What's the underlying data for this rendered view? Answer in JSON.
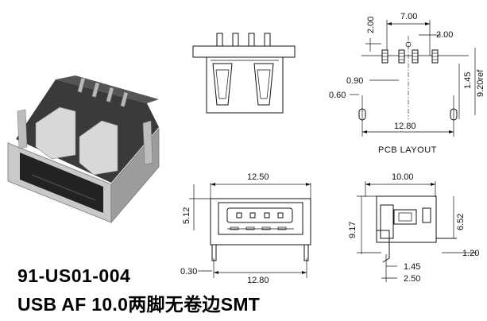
{
  "part_number": "91-US01-004",
  "description": "USB AF 10.0两脚无卷边SMT",
  "pcb_layout": {
    "title": "PCB LAYOUT",
    "dims": {
      "top_offset": "2.00",
      "pin_span": "7.00",
      "right_gap": "2.00",
      "pad_width": "0.90",
      "height": "1.45",
      "ref": "9.20ref",
      "hole": "0.60",
      "overall": "12.80"
    }
  },
  "bottom_view": {
    "dims": {
      "width": "12.50",
      "height": "5.12",
      "pin": "0.30",
      "overall": "12.80"
    }
  },
  "side_view": {
    "dims": {
      "width": "10.00",
      "height": "9.17",
      "right_height": "6.52",
      "tab": "1.20",
      "pin_w": "1.45",
      "pin_off": "2.50"
    }
  }
}
